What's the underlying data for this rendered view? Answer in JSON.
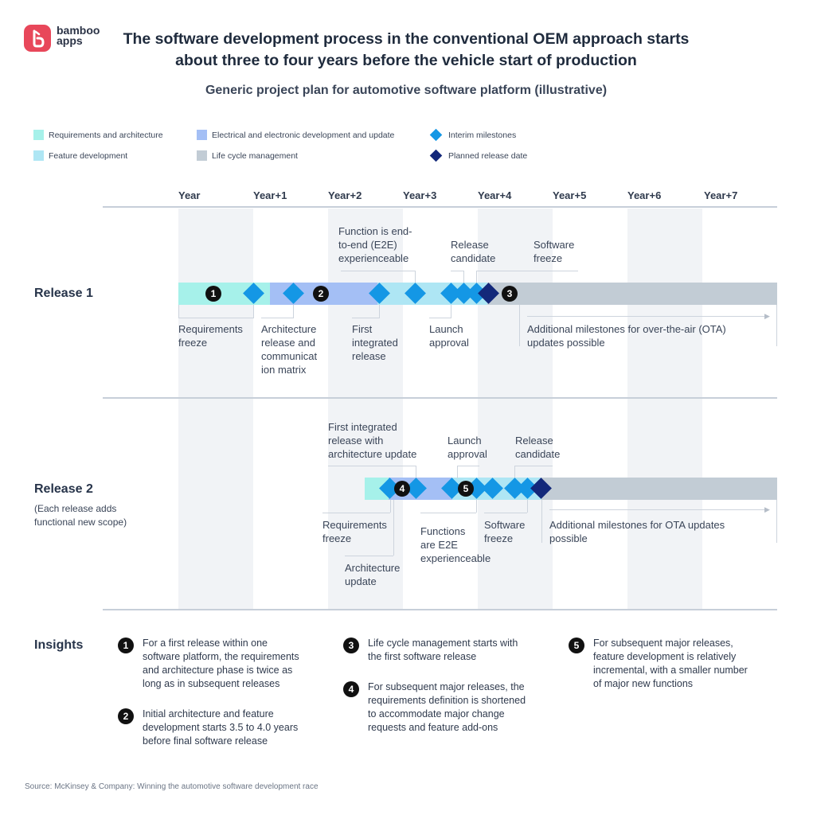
{
  "brand": {
    "name": "bamboo\napps"
  },
  "title": "The software development process in the conventional OEM approach starts about three to four years before the vehicle start of production",
  "subtitle": "Generic project plan for automotive software platform (illustrative)",
  "legend": {
    "req": "Requirements and architecture",
    "ee": "Electrical and electronic development and update",
    "interim": "Interim milestones",
    "feature": "Feature development",
    "lcm": "Life cycle management",
    "planned": "Planned release date"
  },
  "colors": {
    "requirements": "#a6f1ea",
    "feature": "#aee6f4",
    "ee": "#a4bff5",
    "lcm": "#c2ccd5",
    "interim": "#1497e5",
    "planned": "#13287a"
  },
  "years": [
    "Year",
    "Year+1",
    "Year+2",
    "Year+3",
    "Year+4",
    "Year+5",
    "Year+6",
    "Year+7"
  ],
  "release1": {
    "label": "Release 1",
    "notes": {
      "req_freeze": "Requirements\nfreeze",
      "arch": "Architecture\nrelease and\ncommunicat\nion matrix",
      "first_int": "First\nintegrated\nrelease",
      "launch": "Launch\napproval",
      "ota": "Additional milestones for over-the-air (OTA)\nupdates possible",
      "e2e": "Function is end-\nto-end (E2E)\nexperienceable",
      "rc": "Release\ncandidate",
      "sw_freeze": "Software\nfreeze"
    }
  },
  "release2": {
    "label": "Release 2",
    "note": "(Each release adds\nfunctional new scope)",
    "notes": {
      "first_int": "First integrated\nrelease with\narchitecture update",
      "launch": "Launch\napproval",
      "rc": "Release\ncandidate",
      "req_freeze": "Requirements\nfreeze",
      "arch": "Architecture\nupdate",
      "e2e": "Functions\nare E2E\nexperienceable",
      "sw_freeze": "Software\nfreeze",
      "ota": "Additional milestones for OTA updates\npossible"
    }
  },
  "insights": {
    "heading": "Insights",
    "items": [
      {
        "num": "1",
        "text": "For a first release within one\nsoftware platform, the requirements\nand architecture phase is twice as\nlong as in subsequent releases"
      },
      {
        "num": "2",
        "text": "Initial architecture and feature\ndevelopment starts 3.5 to 4.0 years\nbefore final software release"
      },
      {
        "num": "3",
        "text": "Life cycle management starts with\nthe first software release"
      },
      {
        "num": "4",
        "text": "For subsequent major releases, the\nrequirements definition is shortened\nto accommodate major change\nrequests and feature add-ons"
      },
      {
        "num": "5",
        "text": "For subsequent major releases,\nfeature development is relatively\nincremental, with a smaller number\nof major new functions"
      }
    ]
  },
  "source": "Source: McKinsey & Company: Winning the automotive software development race"
}
